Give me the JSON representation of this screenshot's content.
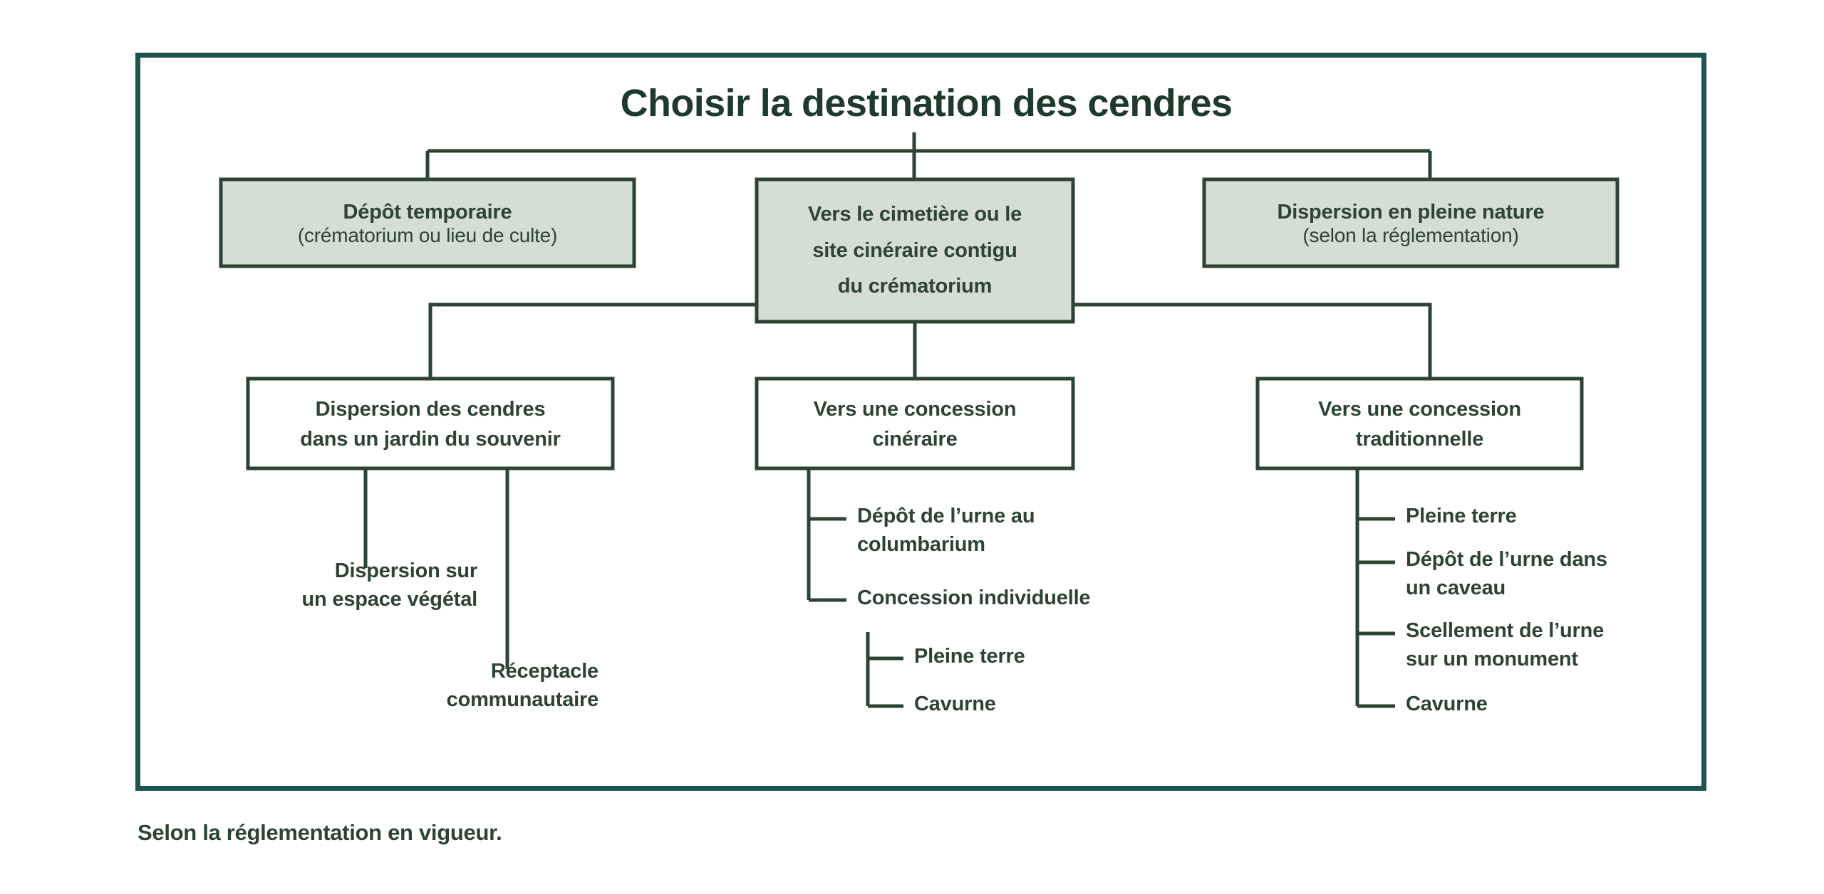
{
  "diagram": {
    "title": "Choisir la destination des cendres",
    "caption": "Selon la réglementation en vigueur.",
    "colors": {
      "frame": "#1d5550",
      "line": "#2d4334",
      "box_fill": "#d4ddd6",
      "box_fill_plain": "#ffffff",
      "text": "#2d4334",
      "title_text": "#1f3a2c",
      "background": "#ffffff"
    },
    "level1": [
      {
        "id": "depot-temporaire",
        "main": "Dépôt temporaire",
        "sub": "(crématorium ou lieu de culte)",
        "filled": true
      },
      {
        "id": "vers-cimetiere",
        "lines": [
          "Vers le cimetière ou le",
          "site cinéraire contigu",
          "du crématorium"
        ],
        "filled": true
      },
      {
        "id": "dispersion-pleine-nature",
        "main": "Dispersion en pleine nature",
        "sub": "(selon la réglementation)",
        "filled": true
      }
    ],
    "level2": [
      {
        "id": "dispersion-jardin-souvenir",
        "lines": [
          "Dispersion des cendres",
          "dans un jardin du souvenir"
        ],
        "filled": false,
        "children": [
          {
            "id": "dispersion-espace-vegetal",
            "lines": [
              "Dispersion sur",
              "un espace végétal"
            ]
          },
          {
            "id": "receptacle-communautaire",
            "lines": [
              "Réceptacle",
              "communautaire"
            ]
          }
        ]
      },
      {
        "id": "concession-cineraire",
        "lines": [
          "Vers une concession",
          "cinéraire"
        ],
        "filled": false,
        "children": [
          {
            "id": "depot-urne-columbarium",
            "lines": [
              "Dépôt de l’urne au",
              "columbarium"
            ]
          },
          {
            "id": "concession-individuelle",
            "lines": [
              "Concession individuelle"
            ],
            "children": [
              {
                "id": "pleine-terre-cineraire",
                "lines": [
                  "Pleine terre"
                ]
              },
              {
                "id": "cavurne-cineraire",
                "lines": [
                  "Cavurne"
                ]
              }
            ]
          }
        ]
      },
      {
        "id": "concession-traditionnelle",
        "lines": [
          "Vers une concession",
          "traditionnelle"
        ],
        "filled": false,
        "children": [
          {
            "id": "pleine-terre-trad",
            "lines": [
              "Pleine terre"
            ]
          },
          {
            "id": "depot-urne-caveau",
            "lines": [
              "Dépôt de l’urne dans",
              "un caveau"
            ]
          },
          {
            "id": "scellement-urne-monument",
            "lines": [
              "Scellement de l’urne",
              "sur un monument"
            ]
          },
          {
            "id": "cavurne-trad",
            "lines": [
              "Cavurne"
            ]
          }
        ]
      }
    ]
  }
}
